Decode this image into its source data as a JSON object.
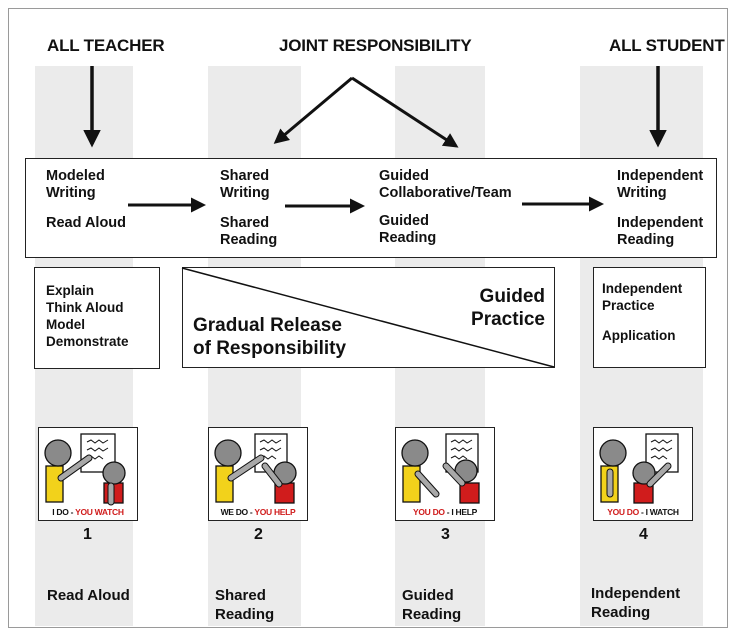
{
  "headers": {
    "all_teacher": "ALL TEACHER",
    "joint": "JOINT RESPONSIBILITY",
    "all_student": "ALL STUDENT"
  },
  "stages": [
    {
      "line1": "Modeled",
      "line2": "Writing",
      "line3": "Read Aloud",
      "line4": ""
    },
    {
      "line1": "Shared",
      "line2": "Writing",
      "line3": "Shared",
      "line4": "Reading"
    },
    {
      "line1": "Guided",
      "line2": "Collaborative/Team",
      "line3": "Guided",
      "line4": "Reading"
    },
    {
      "line1": "Independent",
      "line2": "Writing",
      "line3": "Independent",
      "line4": "Reading"
    }
  ],
  "teacher_box": [
    "Explain",
    "Think Aloud",
    "Model",
    "Demonstrate"
  ],
  "gradual": {
    "left_line1": "Gradual Release",
    "left_line2": "of Responsibility",
    "right_line1": "Guided",
    "right_line2": "Practice"
  },
  "student_box": [
    "Independent",
    "Practice",
    "Application"
  ],
  "cards": [
    {
      "number": "1",
      "cap_black": "I DO - ",
      "cap_red": "YOU WATCH",
      "label1": "Read Aloud",
      "label2": ""
    },
    {
      "number": "2",
      "cap_black": "WE DO - ",
      "cap_red": "YOU HELP",
      "label1": "Shared",
      "label2": "Reading"
    },
    {
      "number": "3",
      "cap_red": "YOU DO",
      "cap_black": " - I HELP",
      "label1": "Guided",
      "label2": "Reading"
    },
    {
      "number": "4",
      "cap_red": "YOU DO",
      "cap_black": " - I WATCH",
      "label1": "Independent",
      "label2": "Reading"
    }
  ],
  "colors": {
    "yellow": "#f2d21b",
    "red": "#d01c1c",
    "column": "#ebebeb"
  }
}
